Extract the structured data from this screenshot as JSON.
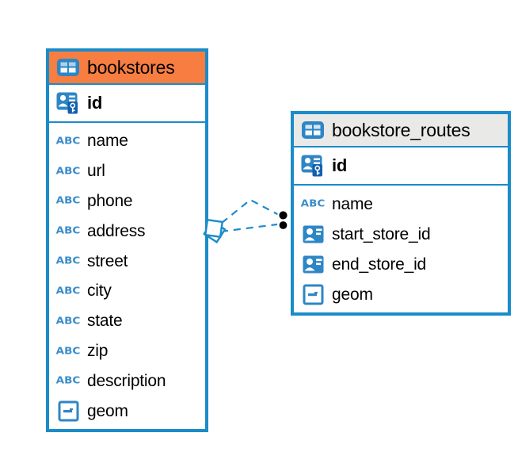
{
  "colors": {
    "entity_border": "#1a8cca",
    "relationship_line": "#1d8bca",
    "bookstores_header": "#f87d41",
    "bookstore_routes_header": "#e9e9e8",
    "icon_blue": "#2e86c5",
    "key_badge_blue": "#1060af",
    "connection_dot": "#000000",
    "text": "#000000"
  },
  "entities": [
    {
      "key": "bookstores",
      "title": "bookstores",
      "header_style": "orange",
      "columns": [
        {
          "name": "id",
          "type": "primary-key"
        },
        {
          "name": "name",
          "type": "text"
        },
        {
          "name": "url",
          "type": "text"
        },
        {
          "name": "phone",
          "type": "text"
        },
        {
          "name": "address",
          "type": "text"
        },
        {
          "name": "street",
          "type": "text"
        },
        {
          "name": "city",
          "type": "text"
        },
        {
          "name": "state",
          "type": "text"
        },
        {
          "name": "zip",
          "type": "text"
        },
        {
          "name": "description",
          "type": "text"
        },
        {
          "name": "geom",
          "type": "geometry"
        }
      ]
    },
    {
      "key": "bookstore_routes",
      "title": "bookstore_routes",
      "header_style": "gray",
      "columns": [
        {
          "name": "id",
          "type": "primary-key"
        },
        {
          "name": "name",
          "type": "text"
        },
        {
          "name": "start_store_id",
          "type": "foreign-key"
        },
        {
          "name": "end_store_id",
          "type": "foreign-key"
        },
        {
          "name": "geom",
          "type": "geometry"
        }
      ]
    }
  ],
  "relationship": {
    "from_entity": "bookstore_routes",
    "from_columns": [
      "start_store_id",
      "end_store_id"
    ],
    "to_entity": "bookstores",
    "to_column": "id",
    "line_style": "dashed",
    "marker_at_bookstores": "diamond",
    "marker_at_bookstore_routes": "dots"
  },
  "icon_names": [
    "table-icon",
    "primary-key-icon",
    "text-type-icon",
    "foreign-key-icon",
    "geometry-icon"
  ]
}
